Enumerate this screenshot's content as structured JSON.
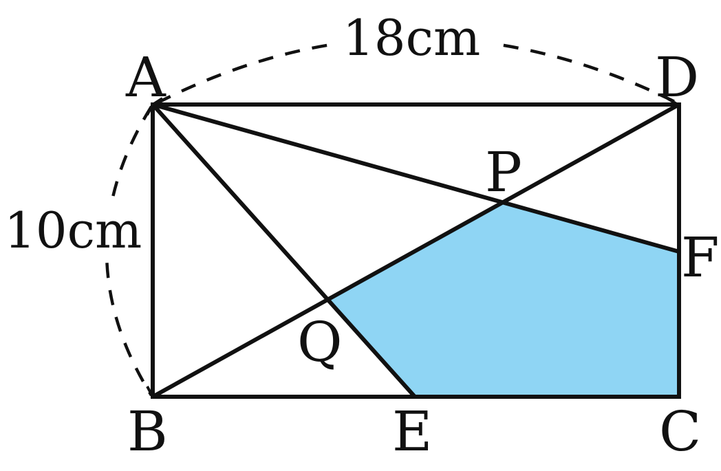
{
  "colors": {
    "line": "#111111",
    "shaded": "#8fd5f4",
    "background": "#ffffff"
  },
  "points": {
    "A": "A",
    "B": "B",
    "C": "C",
    "D": "D",
    "E": "E",
    "F": "F",
    "P": "P",
    "Q": "Q"
  },
  "measurements": {
    "top": "18cm",
    "left": "10cm"
  }
}
